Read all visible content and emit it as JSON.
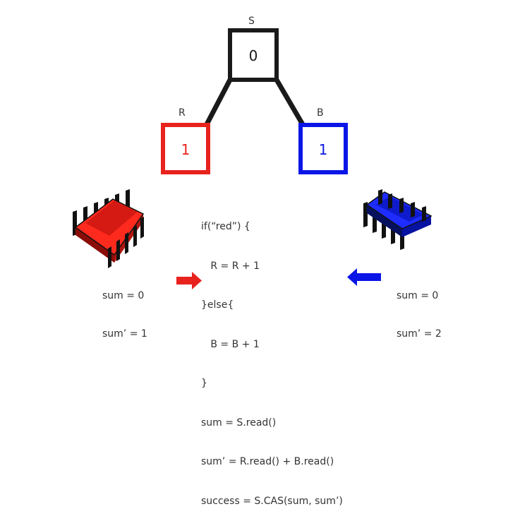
{
  "nodes": {
    "s": {
      "label": "S",
      "value": "0",
      "color": "#1a1a1a"
    },
    "r": {
      "label": "R",
      "value": "1",
      "color": "#e8221d"
    },
    "b": {
      "label": "B",
      "value": "1",
      "color": "#0a16e6"
    }
  },
  "processors": {
    "red": {
      "color": "#e8221d",
      "sum_line": "sum = 0",
      "sum_prime_line": "sum’ = 1"
    },
    "blue": {
      "color": "#0a16e6",
      "sum_line": "sum = 0",
      "sum_prime_line": "sum’ = 2"
    }
  },
  "code_lines": [
    "if(“red”) {",
    "   R = R + 1",
    "}else{",
    "   B = B + 1",
    "}",
    "sum = S.read()",
    "sum’ = R.read() + B.read()",
    "success = S.CAS(sum, sum’)"
  ],
  "pointers": {
    "red_arrow_color": "#e8221d",
    "blue_arrow_color": "#0a16e6"
  }
}
